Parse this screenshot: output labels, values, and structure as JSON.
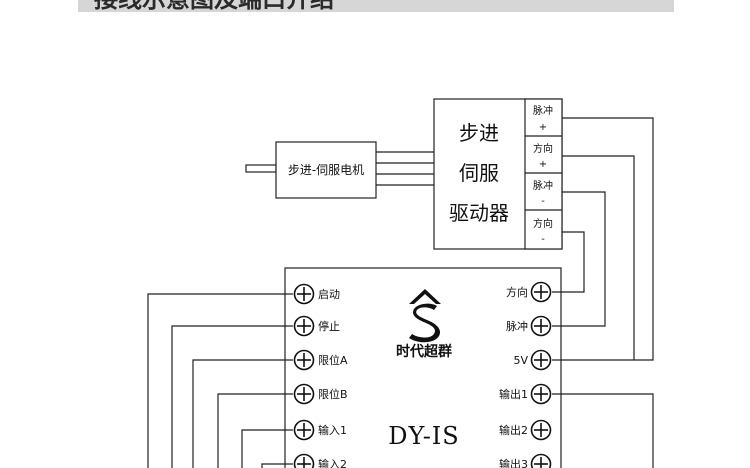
{
  "header": {
    "title": "接线示意图及端口介绍"
  },
  "motor": {
    "label": "步进-伺服电机"
  },
  "driver": {
    "title_lines": [
      "步进",
      "伺服",
      "驱动器"
    ],
    "terminals": [
      {
        "line1": "脉冲",
        "line2": "+"
      },
      {
        "line1": "方向",
        "line2": "+"
      },
      {
        "line1": "脉冲",
        "line2": "-"
      },
      {
        "line1": "方向",
        "line2": "-"
      }
    ]
  },
  "controller": {
    "brand": "时代超群",
    "model": "DY-IS",
    "left_ports": [
      "启动",
      "停止",
      "限位A",
      "限位B",
      "输入1",
      "输入2"
    ],
    "right_ports": [
      "方向",
      "脉冲",
      "5V",
      "输出1",
      "输出2",
      "输出3"
    ]
  }
}
